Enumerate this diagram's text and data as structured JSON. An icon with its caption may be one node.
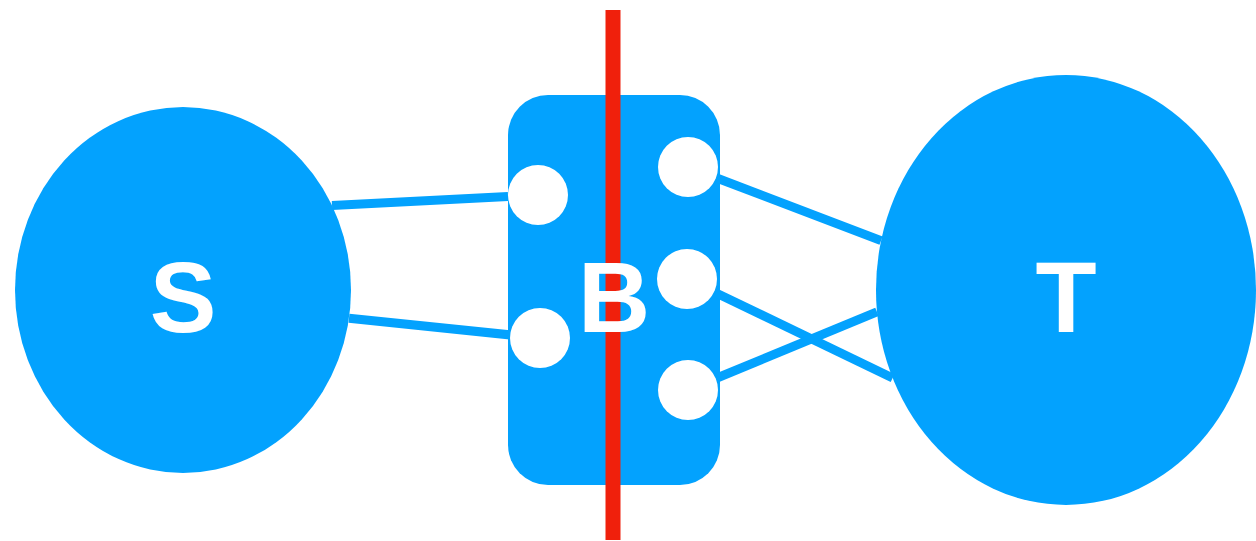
{
  "diagram": {
    "nodes": [
      {
        "text": [
          "S"
        ]
      },
      {
        "text": [
          "B"
        ]
      },
      {
        "text": [],
        "shape": "circle",
        "in": 1
      },
      {
        "text": [],
        "shape": "circle",
        "in": 1
      },
      {
        "text": [],
        "shape": "circle",
        "in": 1
      },
      {
        "text": [],
        "shape": "circle",
        "in": 1
      },
      {
        "text": [],
        "shape": "circle",
        "in": 1
      },
      {
        "text": [
          "T"
        ]
      }
    ],
    "edges": [
      {
        "from": 0,
        "to": 2,
        "arrow": "none"
      },
      {
        "from": 0,
        "to": 3,
        "arrow": "none"
      },
      {
        "from": 4,
        "to": 7,
        "arrow": "none"
      },
      {
        "from": 5,
        "to": 7,
        "arrow": "none"
      },
      {
        "from": 6,
        "to": 7,
        "arrow": "none"
      }
    ]
  }
}
